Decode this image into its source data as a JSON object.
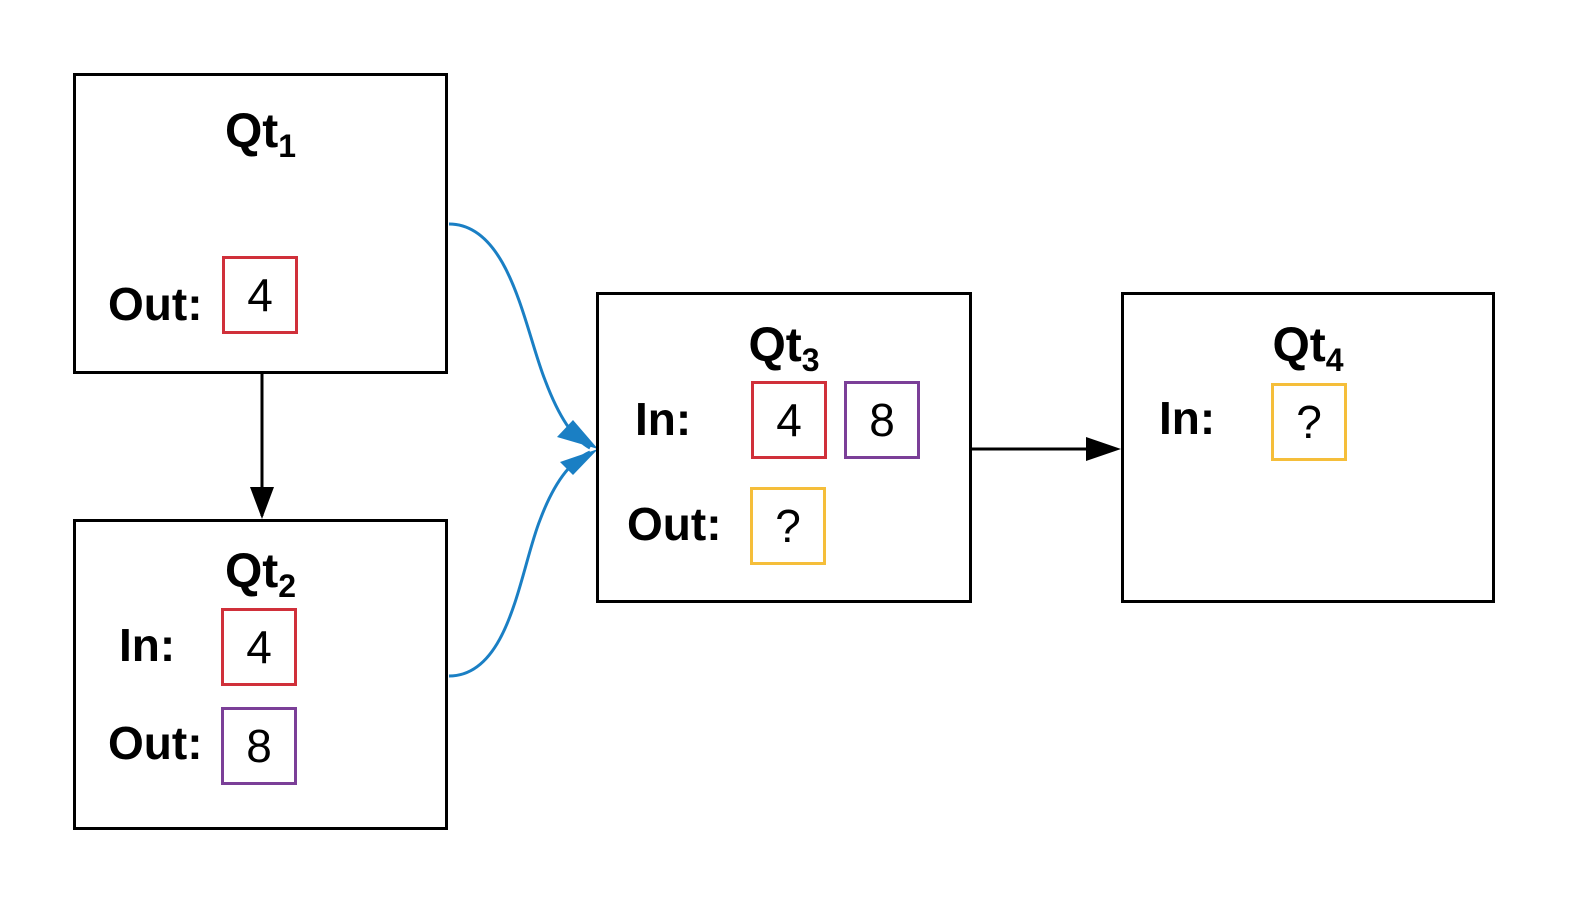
{
  "colors": {
    "red": "#d0303a",
    "purple": "#7b3f98",
    "yellow": "#f5be3a",
    "edge_blue": "#1a7fc4",
    "edge_black": "#000000"
  },
  "nodes": {
    "qt1": {
      "title": "Qt",
      "title_sub": "1",
      "out_label": "Out:",
      "out_value": "4"
    },
    "qt2": {
      "title": "Qt",
      "title_sub": "2",
      "in_label": "In:",
      "in_value": "4",
      "out_label": "Out:",
      "out_value": "8"
    },
    "qt3": {
      "title": "Qt",
      "title_sub": "3",
      "in_label": "In:",
      "in_values": [
        "4",
        "8"
      ],
      "out_label": "Out:",
      "out_value": "?"
    },
    "qt4": {
      "title": "Qt",
      "title_sub": "4",
      "in_label": "In:",
      "in_value": "?"
    }
  },
  "edges": [
    {
      "from": "qt1",
      "to": "qt2",
      "color": "black"
    },
    {
      "from": "qt1",
      "to": "qt3",
      "color": "blue"
    },
    {
      "from": "qt2",
      "to": "qt3",
      "color": "blue"
    },
    {
      "from": "qt3",
      "to": "qt4",
      "color": "black"
    }
  ]
}
